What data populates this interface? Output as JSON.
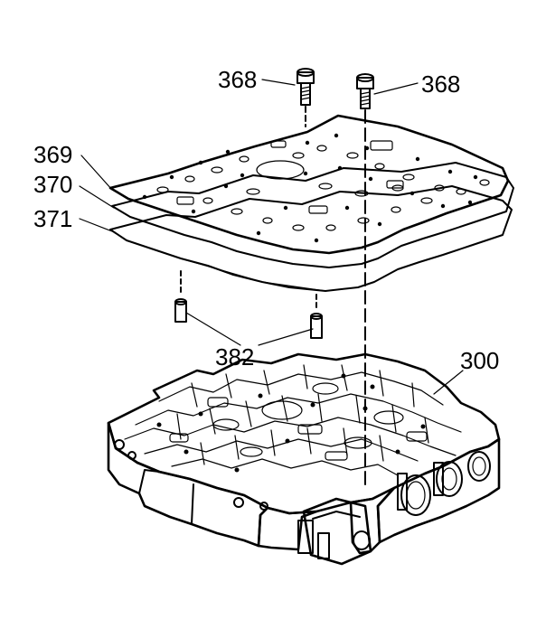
{
  "diagram": {
    "callouts": [
      {
        "id": "c368a",
        "label": "368"
      },
      {
        "id": "c368b",
        "label": "368"
      },
      {
        "id": "c369",
        "label": "369"
      },
      {
        "id": "c370",
        "label": "370"
      },
      {
        "id": "c371",
        "label": "371"
      },
      {
        "id": "c382",
        "label": "382"
      },
      {
        "id": "c300",
        "label": "300"
      }
    ],
    "colors": {
      "ink": "#000000",
      "paper": "#ffffff"
    },
    "parts": [
      "bolt",
      "bolt",
      "spacer-plate",
      "gasket",
      "gasket",
      "dowel-pin",
      "dowel-pin",
      "valve-body"
    ]
  }
}
